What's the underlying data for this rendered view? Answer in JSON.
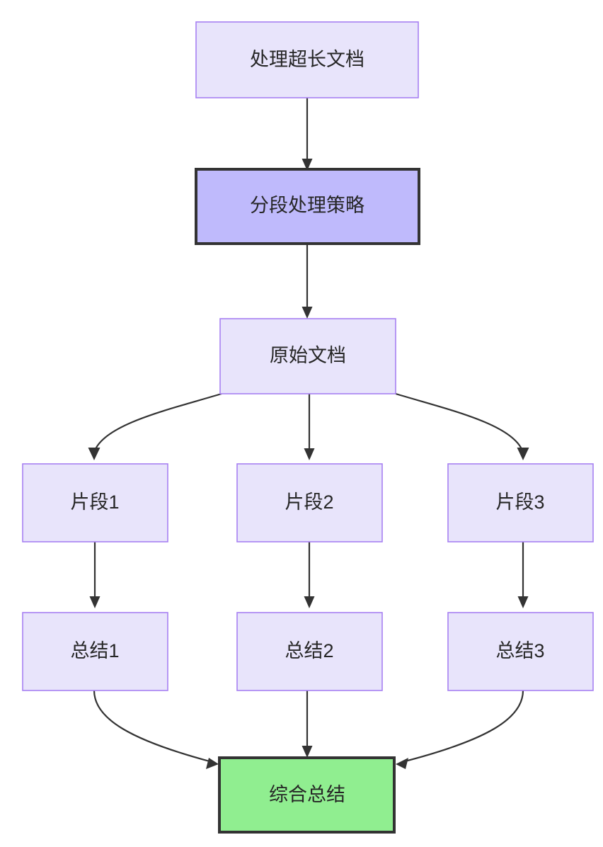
{
  "diagram": {
    "type": "flowchart",
    "direction": "top-to-bottom",
    "background_color": "#ffffff",
    "palette": {
      "node_fill_light": "#e8e4fb",
      "node_stroke_light": "#a780f2",
      "node_fill_highlight": "#bfbafc",
      "node_stroke_dark": "#333333",
      "node_fill_result": "#90ee90",
      "edge_color": "#333333",
      "text_color": "#262626"
    },
    "nodes": [
      {
        "id": "n1",
        "label": "处理超长文档",
        "style": "light"
      },
      {
        "id": "n2",
        "label": "分段处理策略",
        "style": "highlight"
      },
      {
        "id": "n3",
        "label": "原始文档",
        "style": "light"
      },
      {
        "id": "n4",
        "label": "片段1",
        "style": "light"
      },
      {
        "id": "n5",
        "label": "片段2",
        "style": "light"
      },
      {
        "id": "n6",
        "label": "片段3",
        "style": "light"
      },
      {
        "id": "n7",
        "label": "总结1",
        "style": "light"
      },
      {
        "id": "n8",
        "label": "总结2",
        "style": "light"
      },
      {
        "id": "n9",
        "label": "总结3",
        "style": "light"
      },
      {
        "id": "n10",
        "label": "综合总结",
        "style": "result"
      }
    ],
    "edges": [
      {
        "from": "n1",
        "to": "n2",
        "shape": "straight"
      },
      {
        "from": "n2",
        "to": "n3",
        "shape": "straight"
      },
      {
        "from": "n3",
        "to": "n4",
        "shape": "curve-left"
      },
      {
        "from": "n3",
        "to": "n5",
        "shape": "straight"
      },
      {
        "from": "n3",
        "to": "n6",
        "shape": "curve-right"
      },
      {
        "from": "n4",
        "to": "n7",
        "shape": "straight"
      },
      {
        "from": "n5",
        "to": "n8",
        "shape": "straight"
      },
      {
        "from": "n6",
        "to": "n9",
        "shape": "straight"
      },
      {
        "from": "n7",
        "to": "n10",
        "shape": "curve-right"
      },
      {
        "from": "n8",
        "to": "n10",
        "shape": "straight"
      },
      {
        "from": "n9",
        "to": "n10",
        "shape": "curve-left"
      }
    ]
  }
}
